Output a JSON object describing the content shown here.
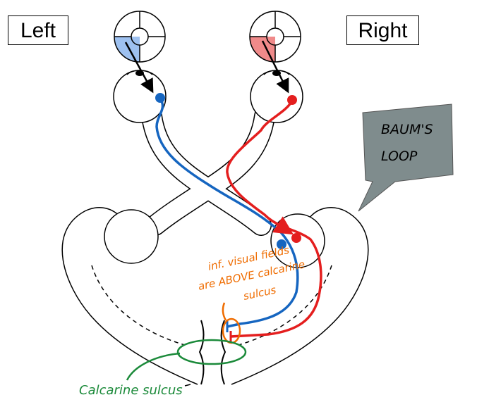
{
  "labels": {
    "left": "Left",
    "right": "Right"
  },
  "callout": {
    "line1": "BAUM'S",
    "line2": "LOOP"
  },
  "annotations": {
    "inf_line1": "inf. visual fields",
    "inf_line2": "are ABOVE calcarine",
    "inf_line3": "sulcus",
    "calcarine": "Calcarine sulcus"
  },
  "colors": {
    "left_pathway": "#1565c0",
    "right_pathway": "#e41e1e",
    "left_quadrant_fill": "#9ec1f0",
    "right_quadrant_fill": "#f08a8a",
    "callout_fill": "#7f8c8d",
    "annotation_orange": "#ef6c00",
    "annotation_green": "#1b8a3a"
  }
}
